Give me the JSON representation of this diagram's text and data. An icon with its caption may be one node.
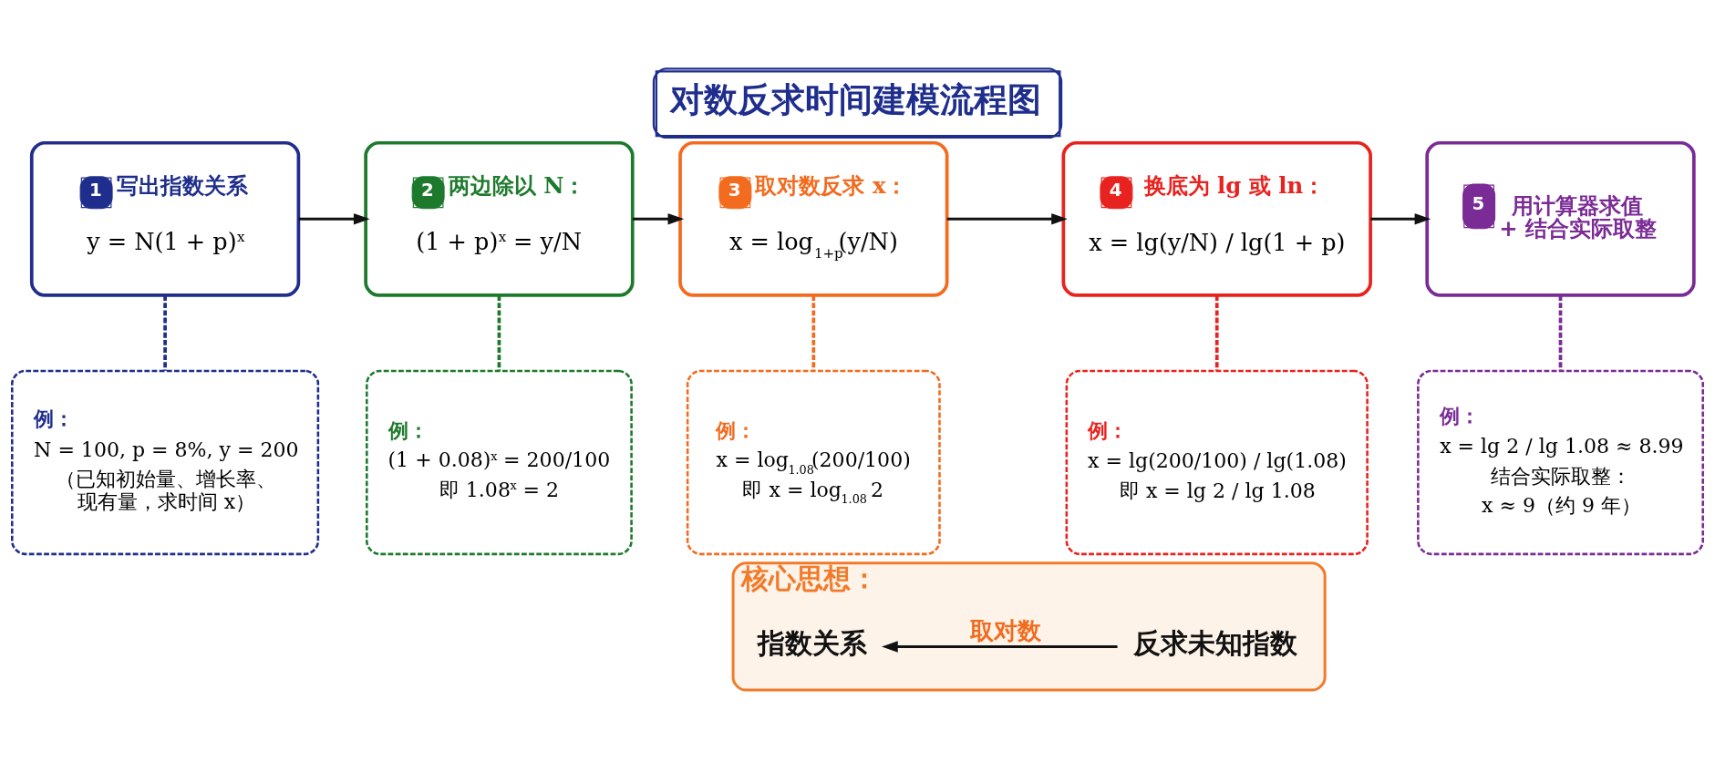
{
  "diagram": {
    "title": "对数反求时间建模流程图",
    "nodes": [
      {
        "text": [
          "1",
          "写出指数关系",
          "y = N(1 + p)$^{x}$"
        ]
      },
      {
        "text": [
          "2",
          "两边除以 N：",
          "(1 + p)$^{x}$ = y/N"
        ]
      },
      {
        "text": [
          "3",
          "取对数反求 x：",
          "x = log$_{1+p}$(y/N)"
        ]
      },
      {
        "text": [
          "4",
          "换底为 lg 或 ln：",
          "x = lg(y/N) / lg(1 + p)"
        ]
      },
      {
        "text": [
          "5",
          "用计算器求值 + 结合实际取整"
        ]
      },
      {
        "text": [
          "例：",
          "N = 100, p = 8%, y = 200",
          "（已知初始量、增长率、现有量，求时间 x）"
        ]
      },
      {
        "text": [
          "例：",
          "(1 + 0.08)$^{x}$ = 200/100",
          "即 1.08$^{x}$ = 2"
        ]
      },
      {
        "text": [
          "例：",
          "x = log$_{1.08}$(200/100)",
          "即 x = log$_{1.08}$ 2"
        ]
      },
      {
        "text": [
          "例：",
          "x = lg(200/100) / lg(1.08)",
          "即 x = lg 2 / lg 1.08"
        ]
      },
      {
        "text": [
          "例：",
          "x = lg 2 / lg 1.08 ≈ 8.99",
          "结合实际取整：",
          "x ≈ 9（约 9 年）"
        ]
      },
      {
        "text": [
          "核心思想："
        ]
      },
      {
        "text": [
          "指数关系"
        ],
        "in": 10
      },
      {
        "text": [
          "反求未知指数"
        ],
        "in": 10
      }
    ],
    "edges": [
      {
        "from": 0,
        "to": 1,
        "arrow": "to"
      },
      {
        "from": 1,
        "to": 2,
        "arrow": "to"
      },
      {
        "from": 2,
        "to": 3,
        "arrow": "to"
      },
      {
        "from": 3,
        "to": 4,
        "arrow": "to"
      },
      {
        "from": 0,
        "to": 5,
        "arrow": "none",
        "style": "dashed",
        "color": "#1f2e8c"
      },
      {
        "from": 1,
        "to": 6,
        "arrow": "none",
        "style": "dashed",
        "color": "#1d7a2c"
      },
      {
        "from": 2,
        "to": 7,
        "arrow": "none",
        "style": "dashed",
        "color": "#f26b1f"
      },
      {
        "from": 3,
        "to": 8,
        "arrow": "none",
        "style": "dashed",
        "color": "#e8231f"
      },
      {
        "from": 4,
        "to": 9,
        "arrow": "none",
        "style": "dashed",
        "color": "#7a2b95"
      },
      {
        "from": 12,
        "to": 11,
        "arrow": "to",
        "label": "取对数"
      }
    ]
  }
}
